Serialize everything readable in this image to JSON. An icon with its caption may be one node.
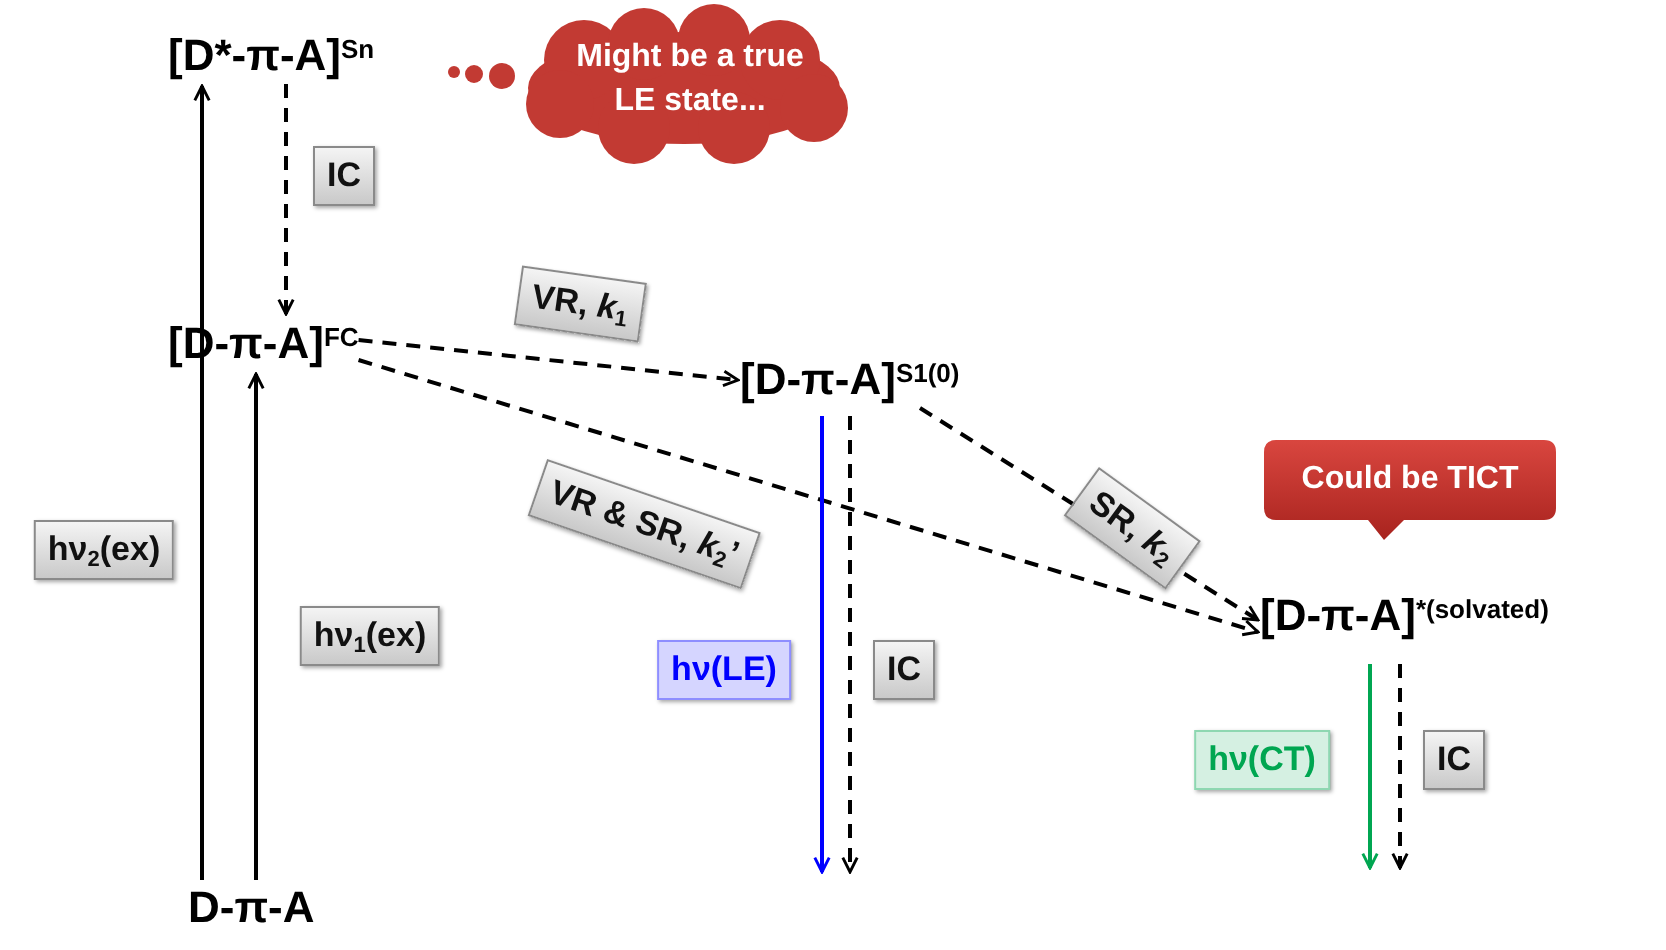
{
  "diagram": {
    "nodes": [
      {
        "text": [
          "[D*-π-A]$^{Sn}$"
        ]
      },
      {
        "text": [
          "[D-π-A]$^{FC}$"
        ]
      },
      {
        "text": [
          "[D-π-A]$^{S1(0)}$"
        ]
      },
      {
        "text": [
          "[D-π-A]$^{*(solvated)}$"
        ]
      },
      {
        "text": [
          "D-π-A"
        ]
      },
      {
        "text": [
          "Might be a true LE state..."
        ]
      },
      {
        "text": [
          "Could be TICT"
        ]
      }
    ],
    "edges": [
      {
        "from": 4,
        "to": 0,
        "arrow": "to",
        "label": "hν$_{2}$(ex)"
      },
      {
        "from": 4,
        "to": 1,
        "arrow": "to",
        "label": "hν$_{1}$(ex)"
      },
      {
        "from": 0,
        "to": 1,
        "arrow": "to",
        "style": "dashed",
        "label": "IC"
      },
      {
        "from": 1,
        "to": 2,
        "arrow": "to",
        "style": "dashed",
        "label": "VR, *k*$_{1}$"
      },
      {
        "from": 1,
        "to": 3,
        "arrow": "to",
        "style": "dashed",
        "label": "VR & SR, *k*$_{2}$’"
      },
      {
        "from": 2,
        "to": 3,
        "arrow": "to",
        "style": "dashed",
        "label": "SR, *k*$_{2}$"
      },
      {
        "from": 2,
        "to": null,
        "arrow": "to",
        "color": "#0000ff",
        "label": "hν(LE)"
      },
      {
        "from": 2,
        "to": null,
        "arrow": "to",
        "style": "dashed",
        "label": "IC"
      },
      {
        "from": 3,
        "to": null,
        "arrow": "to",
        "color": "#00a651",
        "label": "hν(CT)"
      },
      {
        "from": 3,
        "to": null,
        "arrow": "to",
        "style": "dashed",
        "label": "IC"
      }
    ]
  }
}
